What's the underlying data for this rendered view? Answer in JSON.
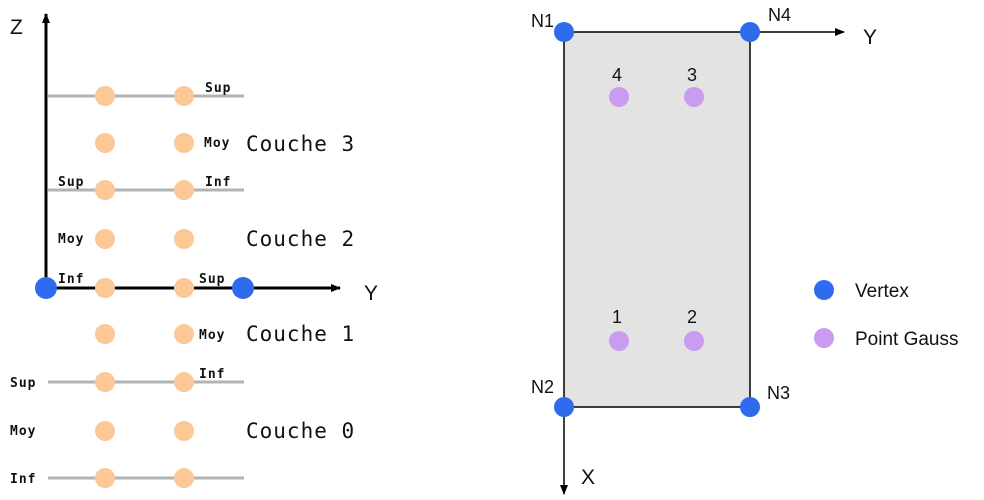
{
  "left_panel": {
    "axis_z_label": "Z",
    "axis_y_label": "Y",
    "position_labels": {
      "sup": "Sup",
      "moy": "Moy",
      "inf": "Inf"
    },
    "layers": [
      {
        "label": "Couche 3"
      },
      {
        "label": "Couche 2"
      },
      {
        "label": "Couche 1"
      },
      {
        "label": "Couche 0"
      }
    ]
  },
  "right_panel": {
    "nodes": [
      "N1",
      "N2",
      "N3",
      "N4"
    ],
    "axis_y_label": "Y",
    "axis_x_label": "X",
    "gauss_points": [
      "1",
      "2",
      "3",
      "4"
    ]
  },
  "legend": {
    "items": [
      {
        "label": "Vertex",
        "color": "#2f6bef"
      },
      {
        "label": "Point Gauss",
        "color": "#c99cf0"
      }
    ]
  },
  "colors": {
    "vertex": "#2f6bef",
    "gauss": "#c99cf0",
    "integration_point": "#fbc896",
    "layer_line": "#b3b3b3",
    "element_fill": "#e3e3e3"
  }
}
